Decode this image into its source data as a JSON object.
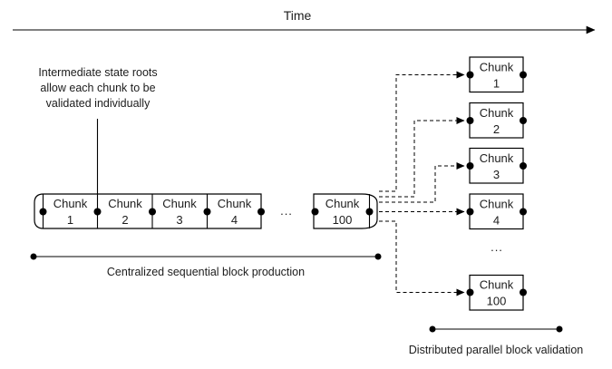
{
  "colors": {
    "background": "#ffffff",
    "line": "#000000",
    "text": "#1c1c1c"
  },
  "timeline": {
    "label": "Time"
  },
  "annotation": {
    "lines": [
      "Intermediate state roots",
      "allow each chunk to be",
      "validated individually"
    ]
  },
  "production": {
    "caption": "Centralized sequential block production",
    "ellipsis": "...",
    "chunks": [
      {
        "title": "Chunk",
        "number": "1"
      },
      {
        "title": "Chunk",
        "number": "2"
      },
      {
        "title": "Chunk",
        "number": "3"
      },
      {
        "title": "Chunk",
        "number": "4"
      },
      {
        "title": "Chunk",
        "number": "100"
      }
    ]
  },
  "validation": {
    "caption": "Distributed parallel block validation",
    "ellipsis": "...",
    "chunks": [
      {
        "title": "Chunk",
        "number": "1"
      },
      {
        "title": "Chunk",
        "number": "2"
      },
      {
        "title": "Chunk",
        "number": "3"
      },
      {
        "title": "Chunk",
        "number": "4"
      },
      {
        "title": "Chunk",
        "number": "100"
      }
    ]
  }
}
